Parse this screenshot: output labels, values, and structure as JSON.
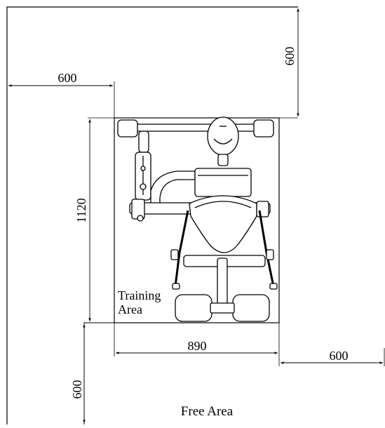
{
  "dimensions": {
    "top_clearance": "600",
    "left_clearance": "600",
    "training_depth": "1120",
    "training_width": "890",
    "right_clearance": "600",
    "bottom_clearance": "600"
  },
  "labels": {
    "training_area_line1": "Training",
    "training_area_line2": "Area",
    "free_area": "Free Area"
  }
}
